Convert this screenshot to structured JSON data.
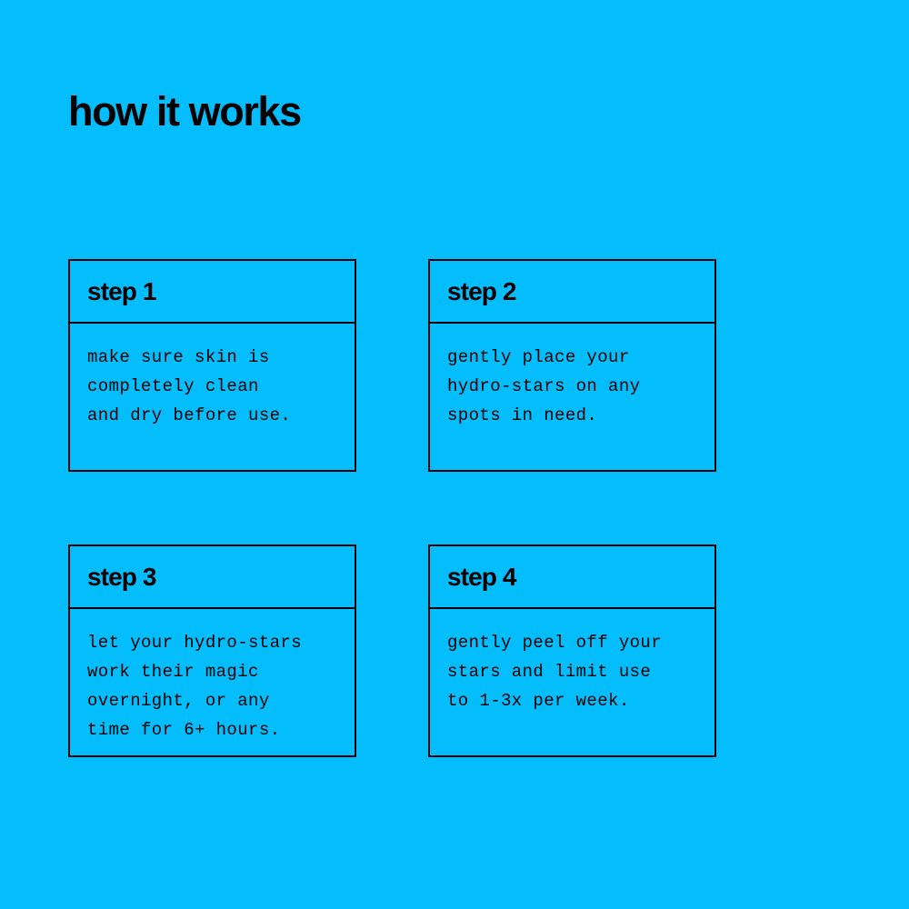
{
  "page": {
    "title": "how it works",
    "background_color": "#03bdfc",
    "ink_color": "#000000"
  },
  "steps": [
    {
      "title": "step 1",
      "body": "make sure skin is\ncompletely clean\nand dry before use."
    },
    {
      "title": "step 2",
      "body": "gently place your\nhydro-stars on any\nspots in need."
    },
    {
      "title": "step 3",
      "body": "let your hydro-stars\nwork their magic\novernight, or any\ntime for 6+ hours."
    },
    {
      "title": "step 4",
      "body": "gently peel off your\nstars and limit use\nto 1-3x per week."
    }
  ]
}
